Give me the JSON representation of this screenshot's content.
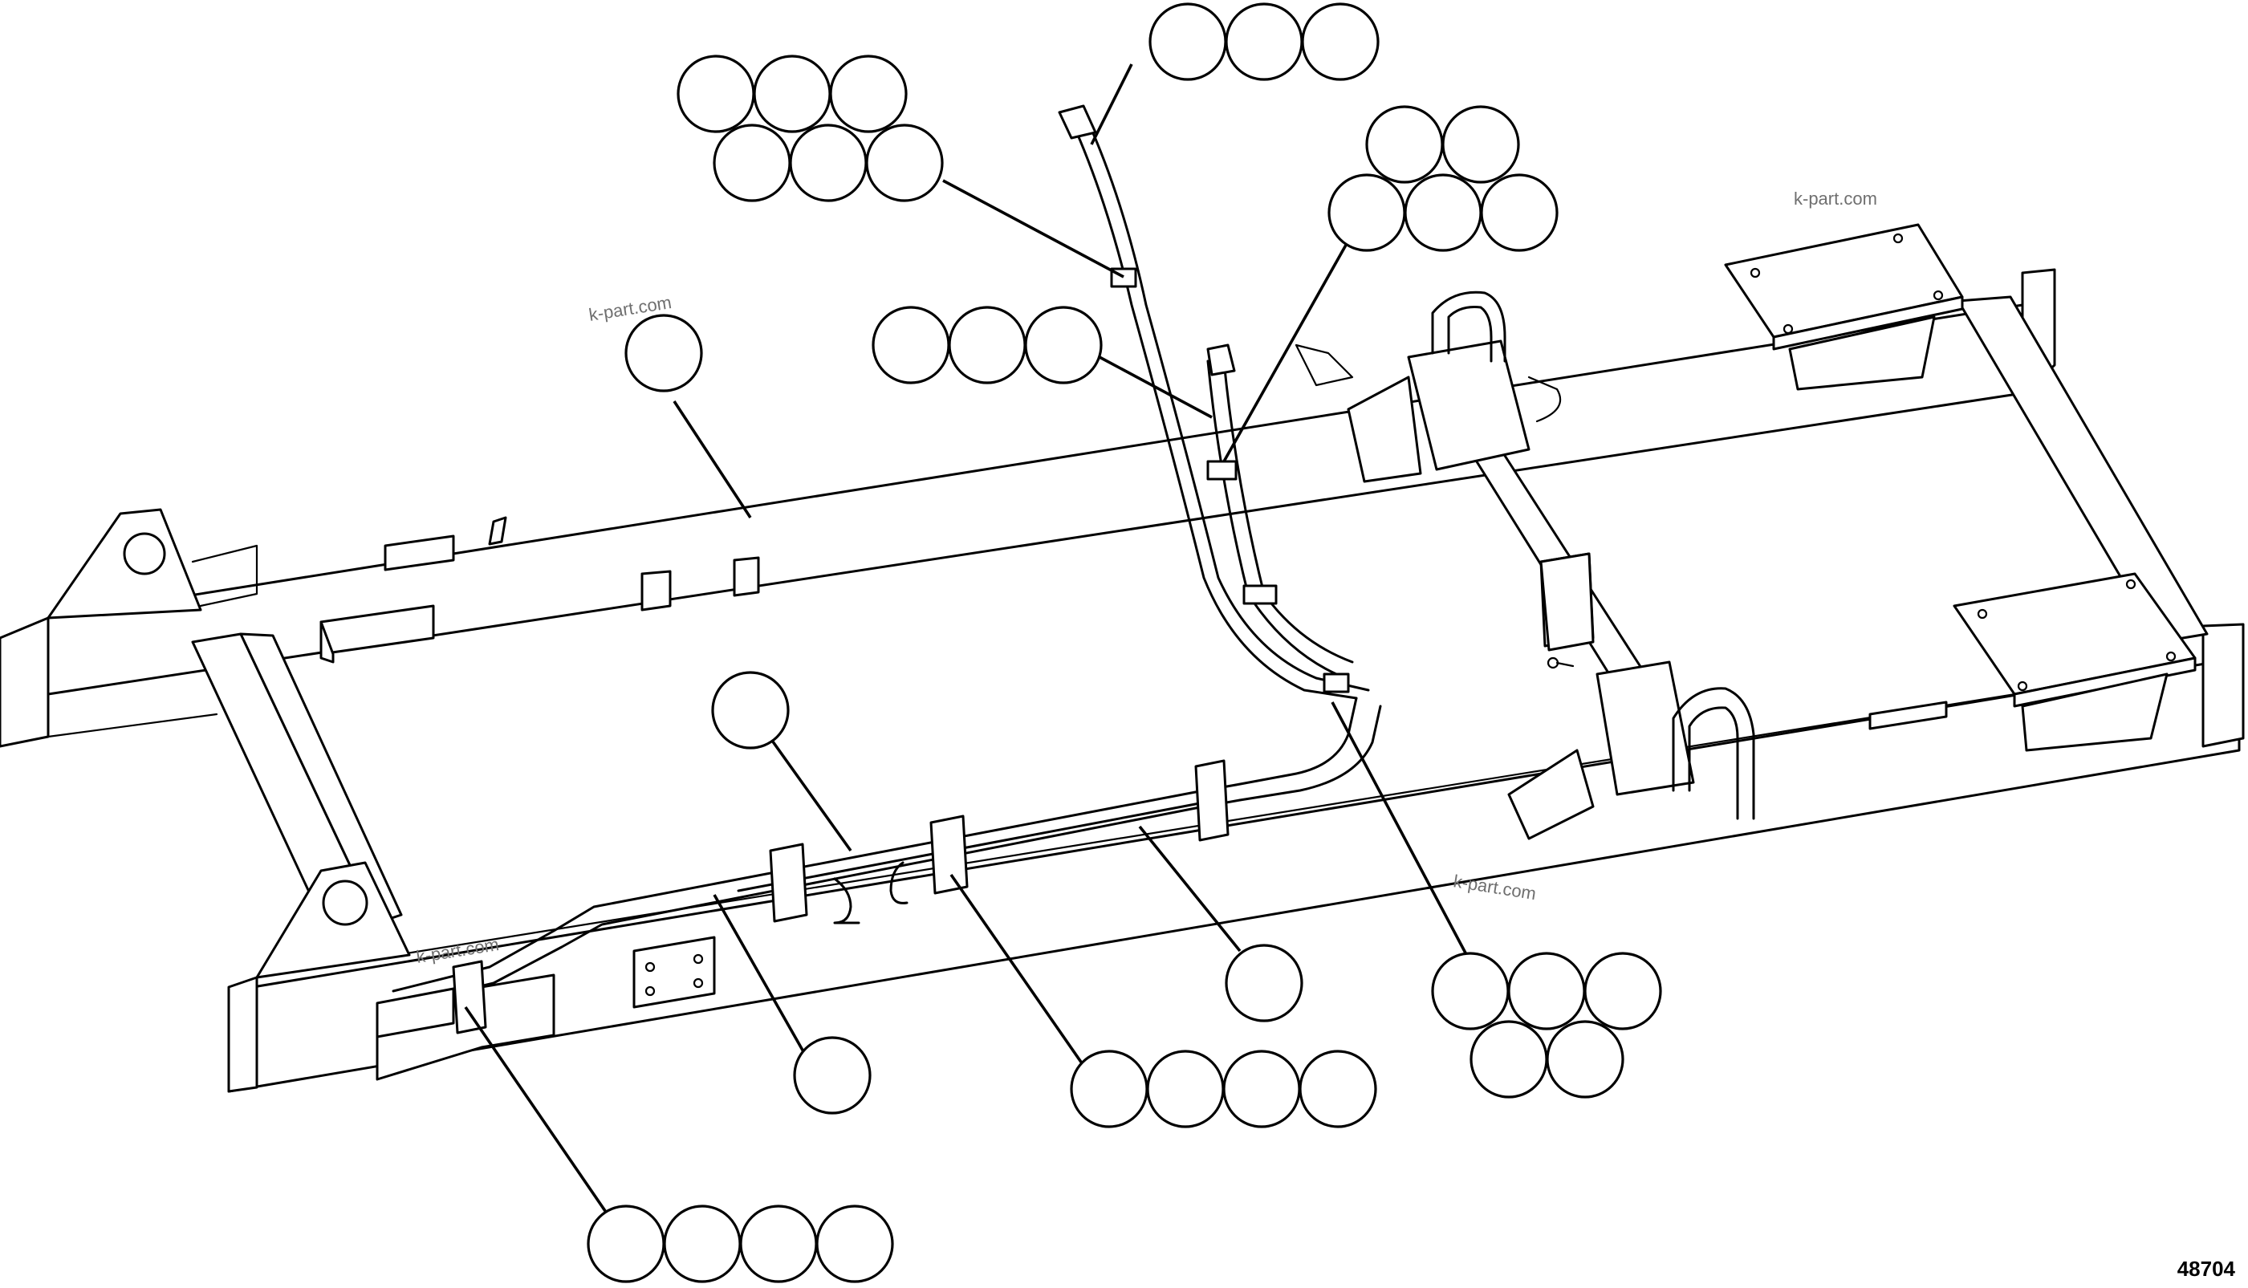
{
  "figure": {
    "number": "48704",
    "watermark": "k-part.com"
  },
  "callout_groups": [
    {
      "name": "callout-group-a",
      "balloon_count": 3
    },
    {
      "name": "callout-group-b",
      "balloon_count": 6
    },
    {
      "name": "callout-group-c",
      "balloon_count": 5
    },
    {
      "name": "callout-group-d",
      "balloon_count": 3
    },
    {
      "name": "callout-group-e",
      "balloon_count": 1
    },
    {
      "name": "callout-group-f",
      "balloon_count": 1
    },
    {
      "name": "callout-group-g",
      "balloon_count": 5
    },
    {
      "name": "callout-group-h",
      "balloon_count": 1
    },
    {
      "name": "callout-group-i",
      "balloon_count": 1
    },
    {
      "name": "callout-group-j",
      "balloon_count": 4
    },
    {
      "name": "callout-group-k",
      "balloon_count": 4
    }
  ],
  "colors": {
    "line": "#000000",
    "background": "#ffffff",
    "watermark": "#6f6f6f"
  }
}
